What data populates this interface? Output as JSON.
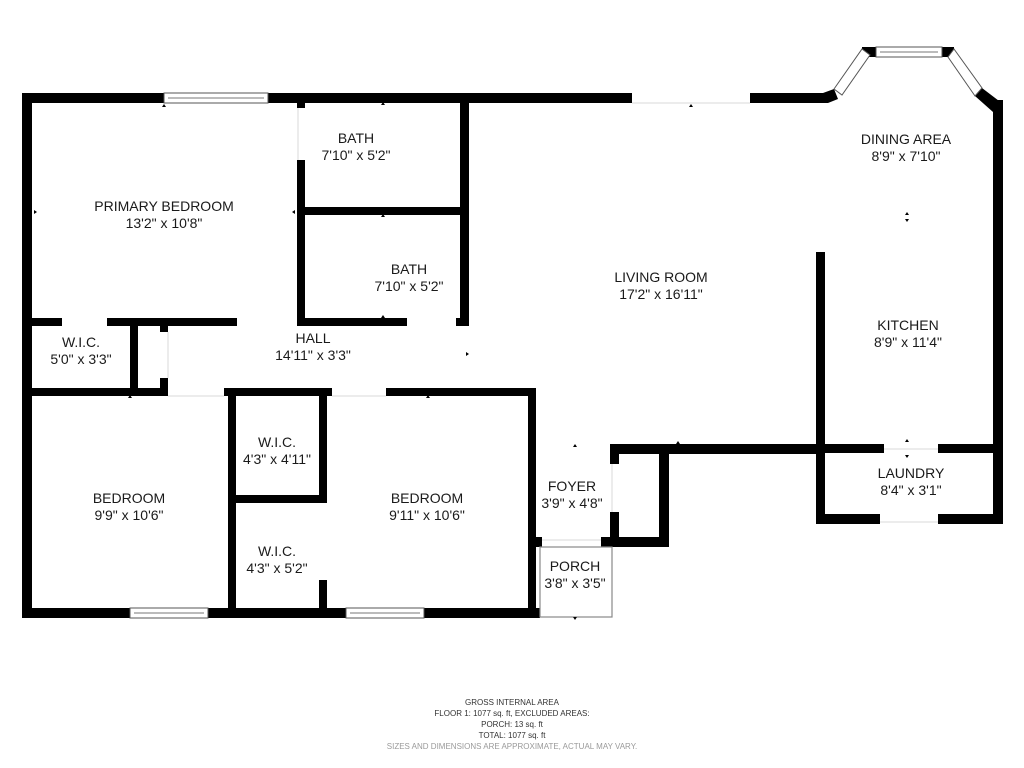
{
  "floorplan": {
    "colors": {
      "wall": "#000000",
      "background": "#ffffff",
      "text": "#1a1a1a",
      "disclaimer": "#9a9a9a"
    },
    "rooms": [
      {
        "id": "primary-bedroom",
        "name": "PRIMARY BEDROOM",
        "dimensions": "13'2\" x 10'8\""
      },
      {
        "id": "bath-1",
        "name": "BATH",
        "dimensions": "7'10\" x 5'2\""
      },
      {
        "id": "bath-2",
        "name": "BATH",
        "dimensions": "7'10\" x 5'2\""
      },
      {
        "id": "living-room",
        "name": "LIVING ROOM",
        "dimensions": "17'2\" x 16'11\""
      },
      {
        "id": "dining-area",
        "name": "DINING AREA",
        "dimensions": "8'9\" x 7'10\""
      },
      {
        "id": "kitchen",
        "name": "KITCHEN",
        "dimensions": "8'9\" x 11'4\""
      },
      {
        "id": "wic-1",
        "name": "W.I.C.",
        "dimensions": "5'0\" x 3'3\""
      },
      {
        "id": "hall",
        "name": "HALL",
        "dimensions": "14'11\" x 3'3\""
      },
      {
        "id": "wic-2",
        "name": "W.I.C.",
        "dimensions": "4'3\" x 4'11\""
      },
      {
        "id": "wic-3",
        "name": "W.I.C.",
        "dimensions": "4'3\" x 5'2\""
      },
      {
        "id": "bedroom-1",
        "name": "BEDROOM",
        "dimensions": "9'9\" x 10'6\""
      },
      {
        "id": "bedroom-2",
        "name": "BEDROOM",
        "dimensions": "9'11\" x 10'6\""
      },
      {
        "id": "foyer",
        "name": "FOYER",
        "dimensions": "3'9\" x 4'8\""
      },
      {
        "id": "porch",
        "name": "PORCH",
        "dimensions": "3'8\" x 3'5\""
      },
      {
        "id": "laundry",
        "name": "LAUNDRY",
        "dimensions": "8'4\" x 3'1\""
      }
    ]
  },
  "footer": {
    "title": "GROSS INTERNAL AREA",
    "floor_line": "FLOOR 1: 1077 sq. ft, EXCLUDED AREAS:",
    "porch_line": "PORCH: 13 sq. ft",
    "total_line": "TOTAL: 1077 sq. ft",
    "disclaimer": "SIZES AND DIMENSIONS ARE APPROXIMATE, ACTUAL MAY VARY."
  }
}
